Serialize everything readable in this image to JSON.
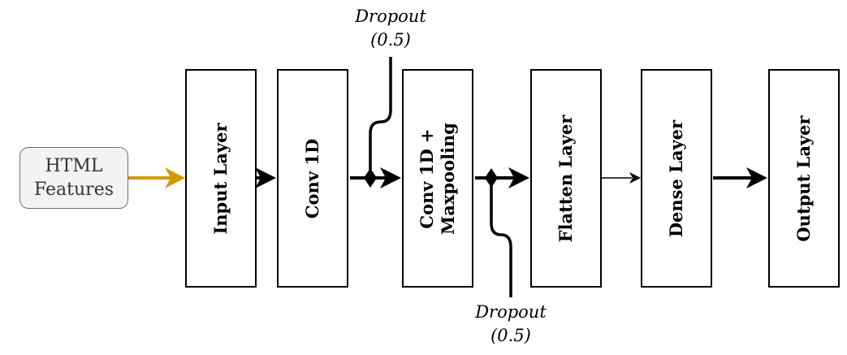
{
  "input": {
    "line1": "HTML",
    "line2": "Features"
  },
  "layers": [
    {
      "line1": "Input Layer",
      "line2": ""
    },
    {
      "line1": "Conv 1D",
      "line2": ""
    },
    {
      "line1": "Conv 1D +",
      "line2": "Maxpooling"
    },
    {
      "line1": "Flatten Layer",
      "line2": ""
    },
    {
      "line1": "Dense Layer",
      "line2": ""
    },
    {
      "line1": "Output Layer",
      "line2": ""
    }
  ],
  "dropouts": [
    {
      "line1": "Dropout",
      "line2": "(0.5)"
    },
    {
      "line1": "Dropout",
      "line2": "(0.5)"
    }
  ],
  "colors": {
    "input_arrow": "#d19b0e",
    "input_fill": "#f3f3f3",
    "input_border": "#6f6f6f",
    "stroke": "#000000"
  }
}
